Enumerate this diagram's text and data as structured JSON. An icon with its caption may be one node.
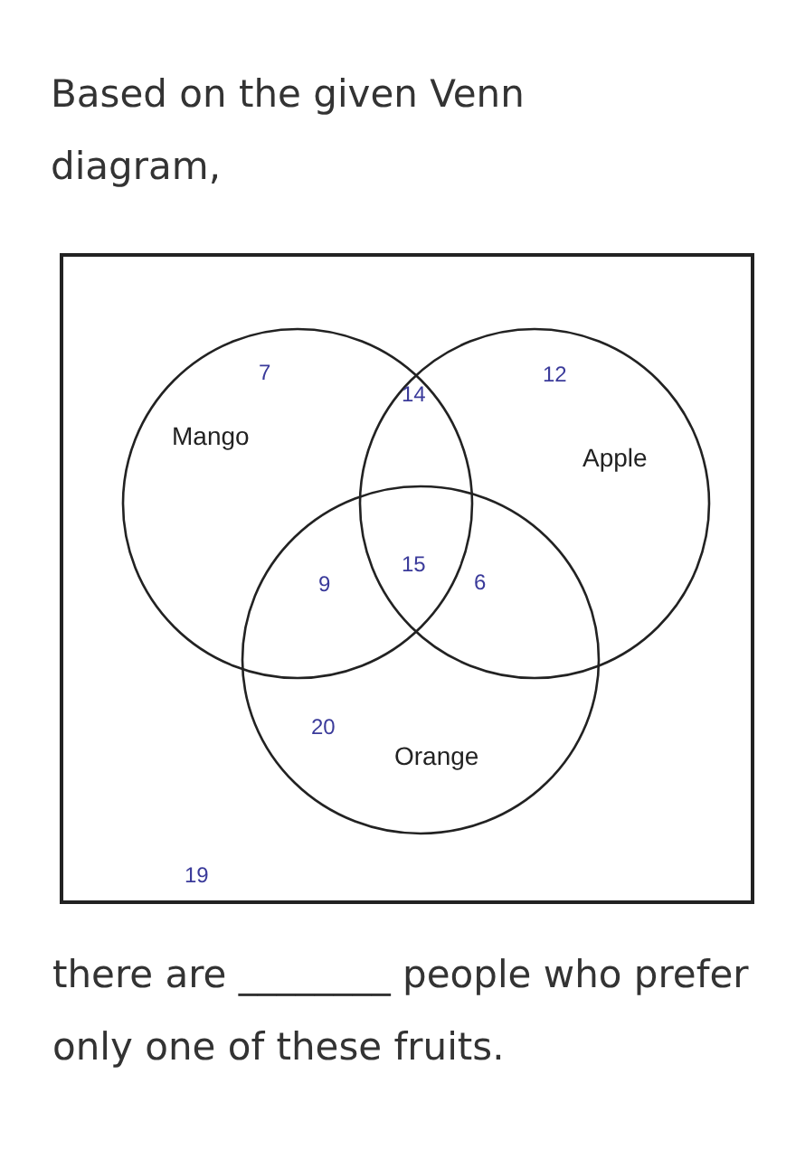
{
  "diagram": {
    "title": "Based on the given Venn diagram,",
    "caption": "there are ________ people who prefer only one of these fruits.",
    "nodes": [
      {
        "text": [],
        "shape": "box"
      },
      {
        "text": [
          "Mango"
        ],
        "in": 0
      },
      {
        "text": [
          "Apple"
        ],
        "in": 0
      },
      {
        "text": [
          "Orange"
        ],
        "in": 0
      }
    ],
    "edges": [],
    "labels": [
      "7",
      "14",
      "12",
      "9",
      "15",
      "6",
      "20",
      "19"
    ]
  }
}
